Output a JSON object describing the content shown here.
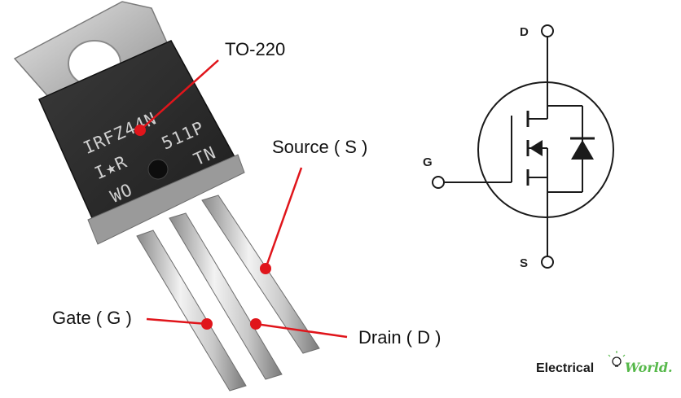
{
  "labels": {
    "package": "TO-220",
    "source": "Source ( S )",
    "gate": "Gate ( G )",
    "drain": "Drain ( D )"
  },
  "chip_marking": {
    "line1": "IRFZ44N",
    "line2_left": "I★R",
    "line2_right": "511P",
    "line3_left": "WO",
    "line3_right": "TN"
  },
  "symbol": {
    "drain_terminal": "D",
    "gate_terminal": "G",
    "source_terminal": "S"
  },
  "logo": {
    "part1": "Electrical",
    "part2": "World."
  },
  "colors": {
    "pointer": "#e0151b",
    "tab_metal": "#bdbdbd",
    "body": "#2b2b2b",
    "logo_green": "#56b84a"
  }
}
